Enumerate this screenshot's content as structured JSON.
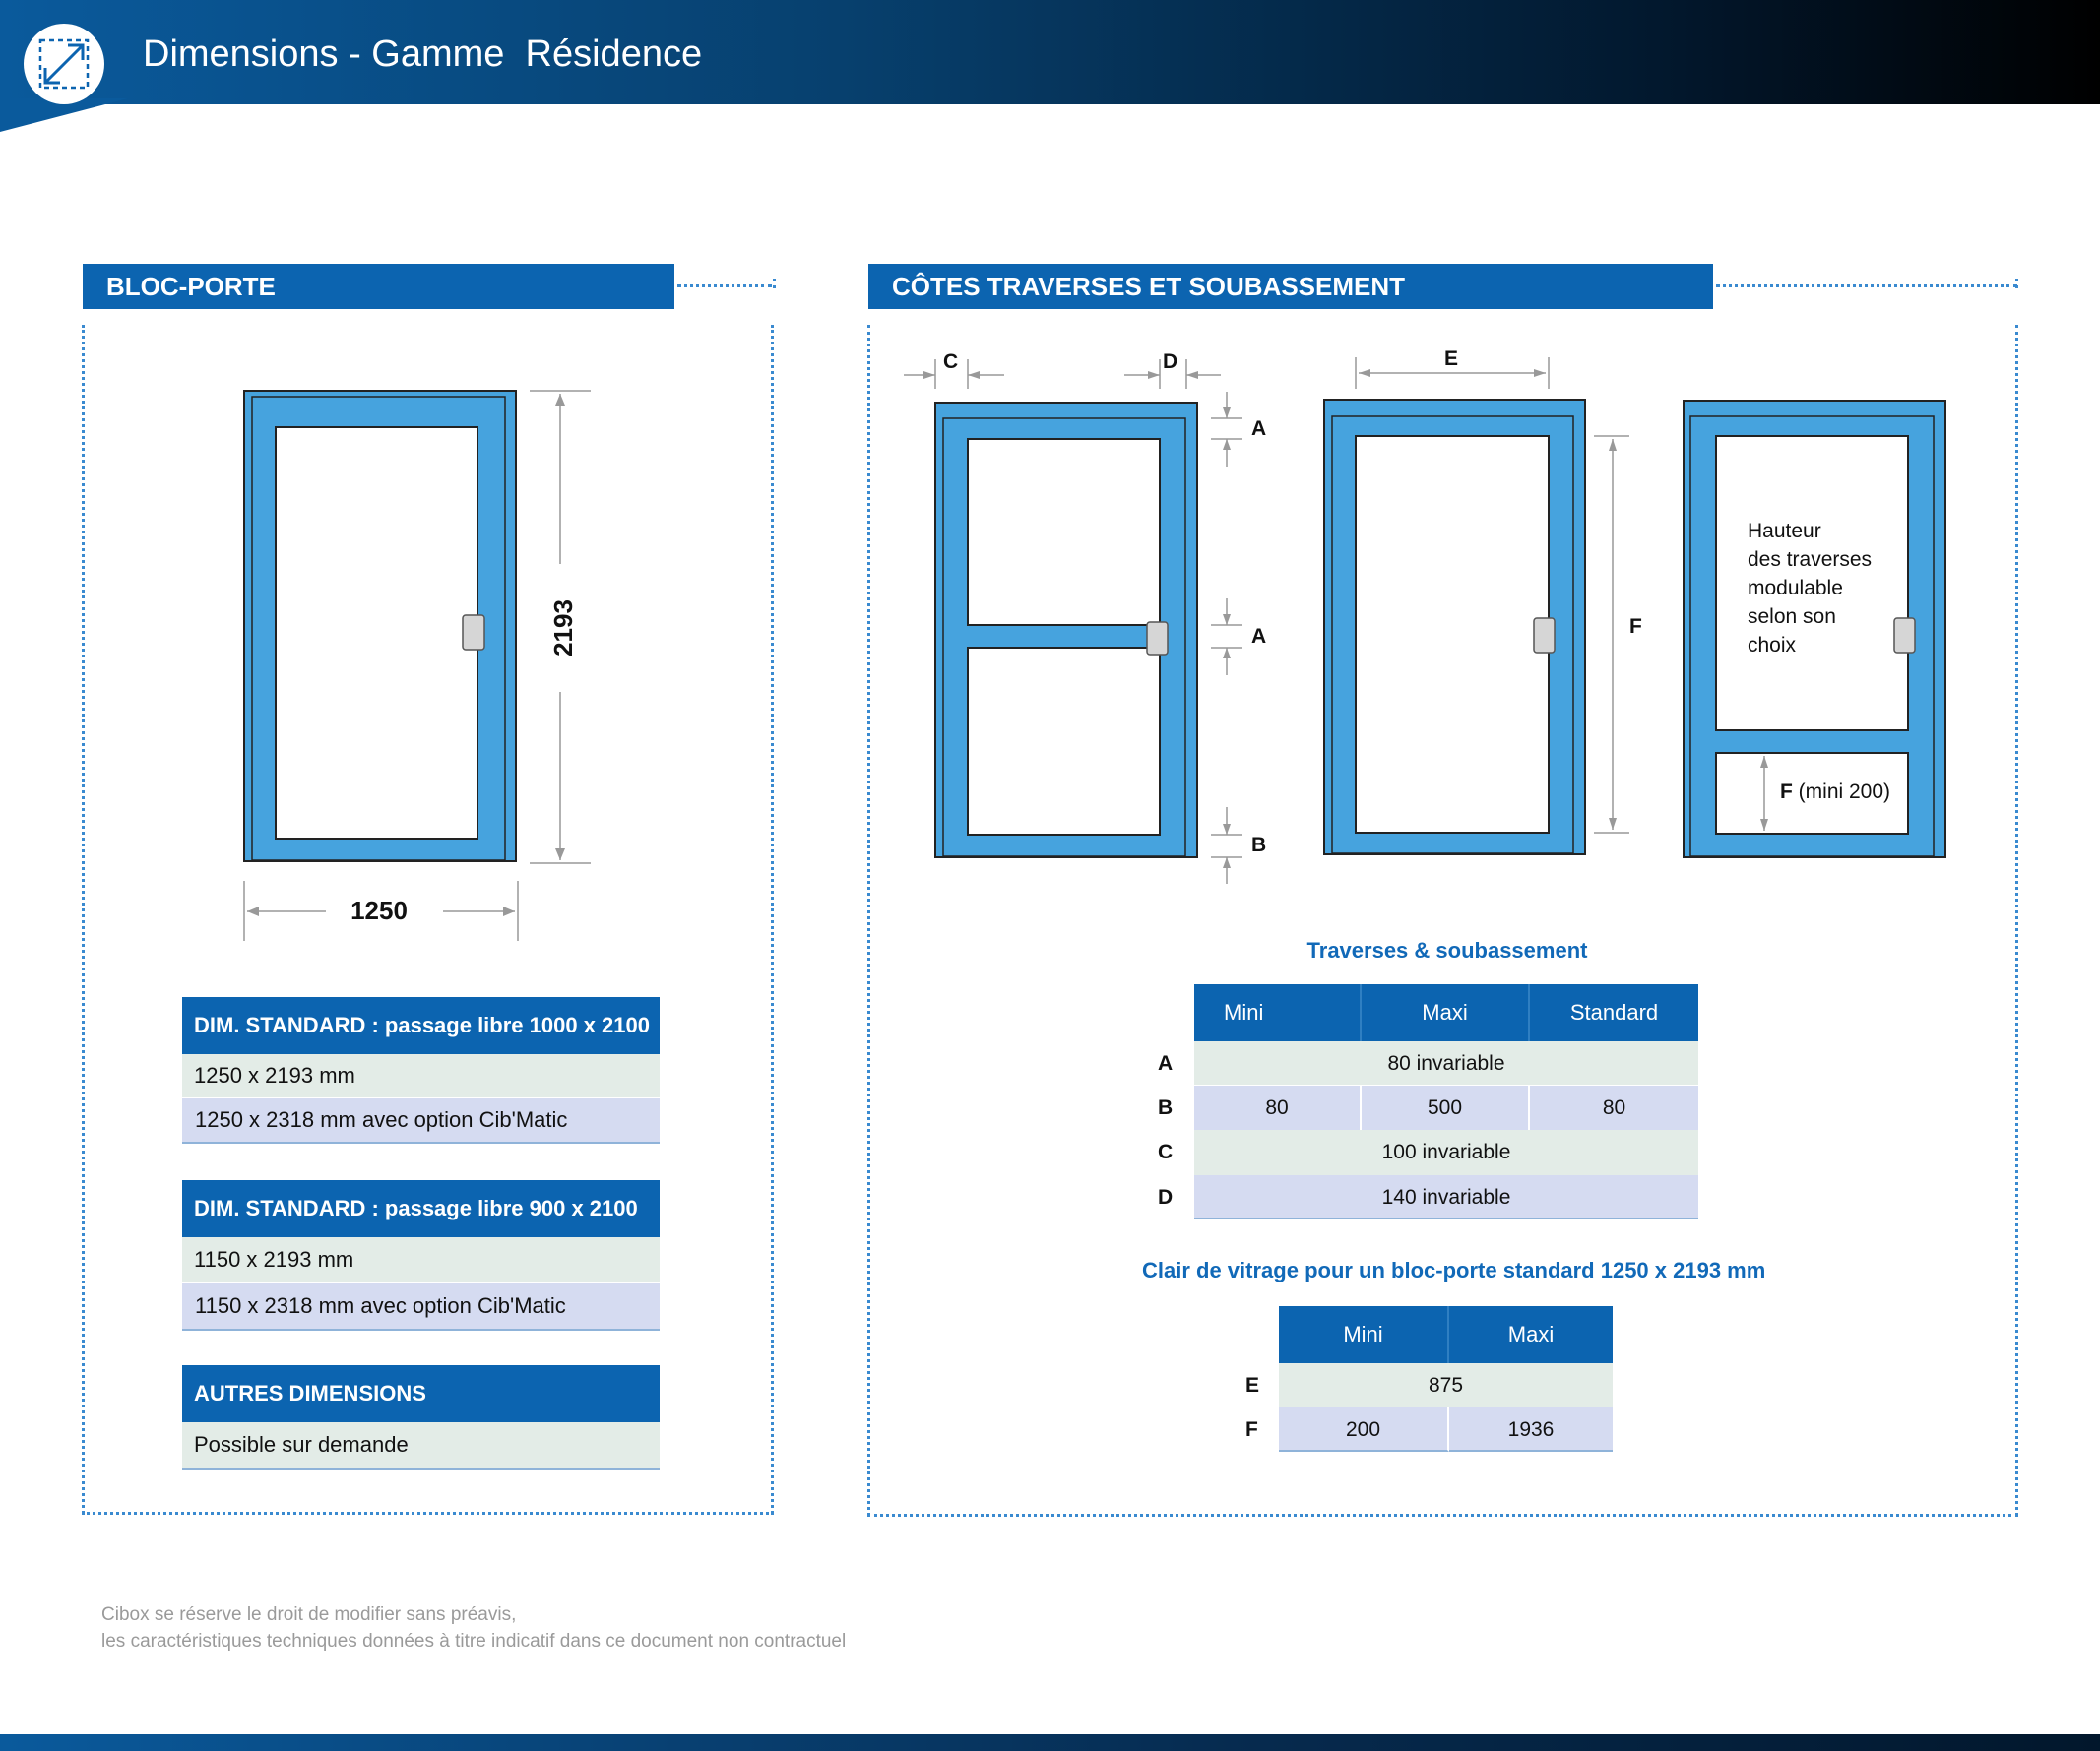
{
  "header": {
    "title": "Dimensions - Gamme  Résidence",
    "icon": "resize-arrows-icon"
  },
  "left_section": {
    "title": "BLOC-PORTE",
    "dim_height": "2193",
    "dim_width": "1250",
    "tables": [
      {
        "header": "DIM. STANDARD : passage libre 1000 x 2100",
        "rows": [
          "1250 x 2193 mm",
          "1250 x 2318 mm avec option Cib'Matic"
        ]
      },
      {
        "header": "DIM. STANDARD : passage libre 900 x 2100",
        "rows": [
          "1150 x 2193 mm",
          "1150 x 2318 mm avec option Cib'Matic"
        ]
      },
      {
        "header": "AUTRES DIMENSIONS",
        "rows": [
          "Possible sur demande"
        ]
      }
    ]
  },
  "right_section": {
    "title": "CÔTES TRAVERSES ET SOUBASSEMENT",
    "labels": {
      "A": "A",
      "B": "B",
      "C": "C",
      "D": "D",
      "E": "E",
      "F": "F"
    },
    "annotation_lines": [
      "Hauteur",
      "des traverses",
      "modulable",
      "selon son",
      "choix"
    ],
    "f_note_bold": "F",
    "f_note_rest": " (mini 200)",
    "table1": {
      "caption": "Traverses & soubassement",
      "columns": [
        "Mini",
        "Maxi",
        "Standard"
      ],
      "rows": [
        {
          "label": "A",
          "merged": "80 invariable"
        },
        {
          "label": "B",
          "values": [
            "80",
            "500",
            "80"
          ]
        },
        {
          "label": "C",
          "merged": "100 invariable"
        },
        {
          "label": "D",
          "merged": "140 invariable"
        }
      ]
    },
    "table2": {
      "caption": "Clair de vitrage pour un bloc-porte standard 1250 x 2193 mm",
      "columns": [
        "Mini",
        "Maxi"
      ],
      "rows": [
        {
          "label": "E",
          "merged": "875"
        },
        {
          "label": "F",
          "values": [
            "200",
            "1936"
          ]
        }
      ]
    }
  },
  "footer": {
    "line1": "Cibox se réserve le droit de modifier sans préavis,",
    "line2": "les caractéristiques techniques données à titre indicatif dans ce document non contractuel"
  },
  "colors": {
    "brand_blue": "#0c64b0",
    "door_blue": "#46a3de",
    "row_green": "#e3ece7",
    "row_lavender": "#d5dbf1"
  }
}
